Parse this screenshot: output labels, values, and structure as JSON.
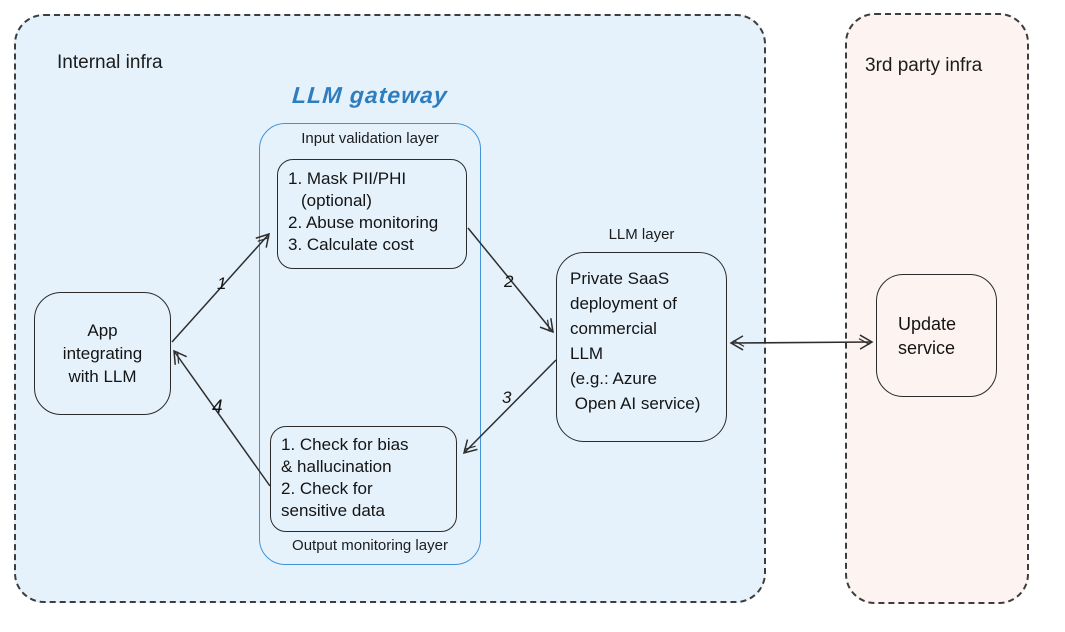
{
  "regions": {
    "internal": {
      "label": "Internal infra"
    },
    "third_party": {
      "label": "3rd party infra"
    }
  },
  "gateway": {
    "title": "LLM gateway",
    "input_layer_label": "Input validation layer",
    "output_layer_label": "Output monitoring layer"
  },
  "boxes": {
    "app": {
      "lines": [
        "App",
        "integrating",
        "with LLM"
      ]
    },
    "input_validation": {
      "lines": [
        "1. Mask PII/PHI",
        "(optional)",
        "2. Abuse monitoring",
        "3. Calculate cost"
      ]
    },
    "output_monitoring": {
      "lines": [
        "1. Check for bias",
        "& hallucination",
        "2. Check for",
        "sensitive data"
      ]
    },
    "llm": {
      "layer_label": "LLM layer",
      "lines": [
        "Private SaaS",
        "deployment of",
        "commercial",
        "LLM",
        "(e.g.: Azure",
        " Open AI service)"
      ]
    },
    "update": {
      "lines": [
        "Update",
        "service"
      ]
    }
  },
  "arrows": {
    "labels": {
      "step1": "1",
      "step2": "2",
      "step3": "3",
      "step4": "4"
    }
  },
  "colors": {
    "internal_fill": "#E5F2FC",
    "third_party_fill": "#FDF3F0",
    "gateway_border_blue": "#4292D8",
    "gateway_title_blue": "#2E7DBF",
    "stroke_dark": "#2E2E2E"
  }
}
